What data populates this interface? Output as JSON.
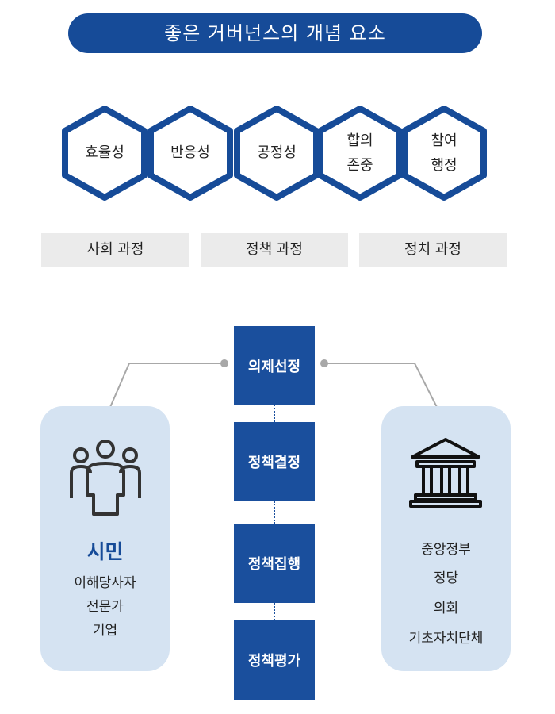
{
  "title": "좋은 거버넌스의 개념 요소",
  "elements": [
    {
      "line1": "효율성",
      "line2": ""
    },
    {
      "line1": "반응성",
      "line2": ""
    },
    {
      "line1": "공정성",
      "line2": ""
    },
    {
      "line1": "합의",
      "line2": "존중"
    },
    {
      "line1": "참여",
      "line2": "행정"
    }
  ],
  "processes": [
    "사회 과정",
    "정책 과정",
    "정치 과정"
  ],
  "steps": [
    "의제선정",
    "정책결정",
    "정책집행",
    "정책평가"
  ],
  "citizen": {
    "title": "시민",
    "items": [
      "이해당사자",
      "전문가",
      "기업"
    ],
    "icon": "people-group-icon"
  },
  "government": {
    "items": [
      "중앙정부",
      "정당",
      "의회",
      "기초자치단체"
    ],
    "icon": "government-building-icon"
  },
  "colors": {
    "primary": "#164b98",
    "step": "#1a4f9d",
    "panel": "#d5e3f2",
    "process_bg": "#ebebeb",
    "connector": "#a8a8a8"
  }
}
